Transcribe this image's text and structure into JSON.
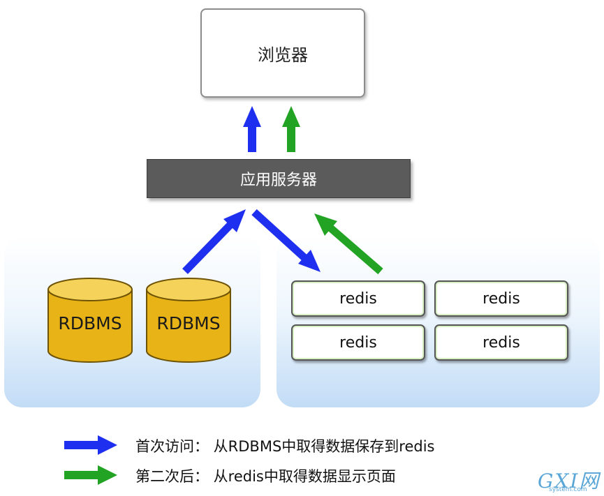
{
  "nodes": {
    "browser": "浏览器",
    "app_server": "应用服务器",
    "databases": [
      "RDBMS",
      "RDBMS"
    ],
    "redis_caches": [
      "redis",
      "redis",
      "redis",
      "redis"
    ]
  },
  "legend": {
    "first_access": "首次访问： 从RDBMS中取得数据保存到redis",
    "subsequent_access": "第二次后： 从redis中取得数据显示页面"
  },
  "colors": {
    "first_access_arrow": "#1f2ff0",
    "subsequent_access_arrow": "#22a324",
    "database_fill": "#e7b317",
    "app_server_fill": "#5b5b5b"
  },
  "watermark": {
    "logo": "GXI网",
    "url": "system.com"
  }
}
